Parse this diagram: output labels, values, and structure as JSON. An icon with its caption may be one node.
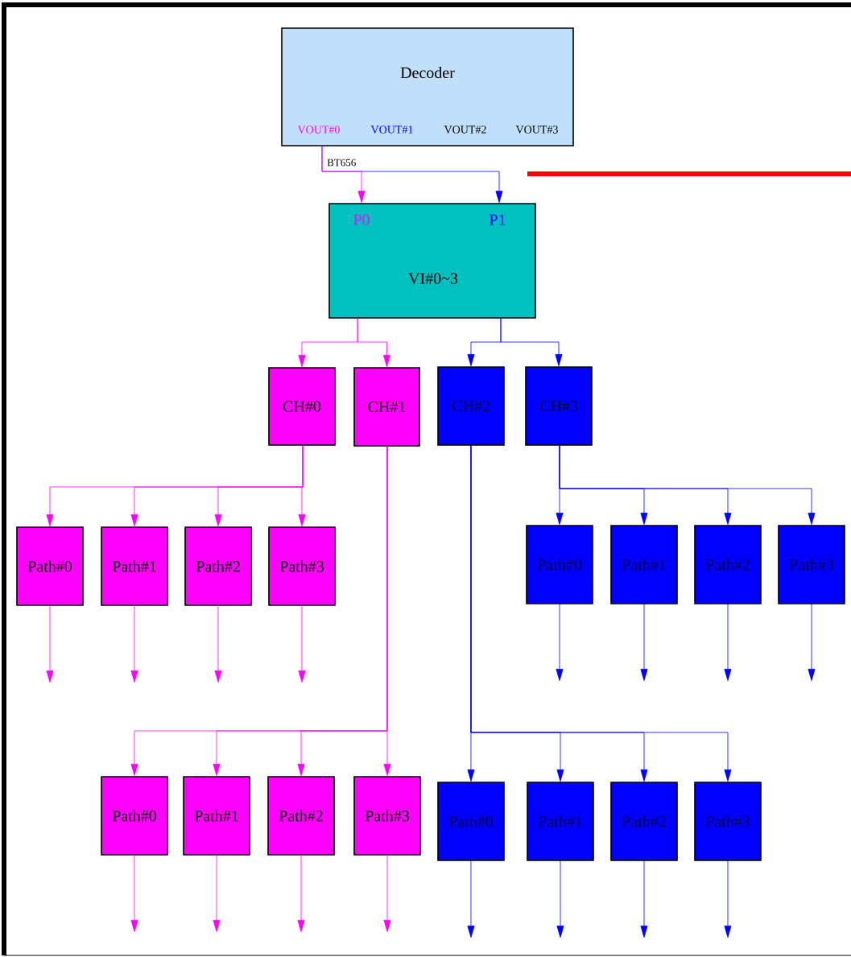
{
  "diagram": {
    "nodes": [
      {
        "text": [
          "Decoder",
          "VOUT#0",
          "VOUT#1",
          "VOUT#2",
          "VOUT#3"
        ]
      },
      {
        "text": [
          "P0",
          "P1",
          "VI#0~3"
        ]
      },
      {
        "text": [
          "CH#0"
        ]
      },
      {
        "text": [
          "CH#1"
        ]
      },
      {
        "text": [
          "CH#2"
        ]
      },
      {
        "text": [
          "CH#3"
        ]
      },
      {
        "text": [
          "Path#0"
        ]
      },
      {
        "text": [
          "Path#1"
        ]
      },
      {
        "text": [
          "Path#2"
        ]
      },
      {
        "text": [
          "Path#3"
        ]
      },
      {
        "text": [
          "Path#0"
        ]
      },
      {
        "text": [
          "Path#1"
        ]
      },
      {
        "text": [
          "Path#2"
        ]
      },
      {
        "text": [
          "Path#3"
        ]
      },
      {
        "text": [
          "Path#0"
        ]
      },
      {
        "text": [
          "Path#1"
        ]
      },
      {
        "text": [
          "Path#2"
        ]
      },
      {
        "text": [
          "Path#3"
        ]
      },
      {
        "text": [
          "Path#0"
        ]
      },
      {
        "text": [
          "Path#1"
        ]
      },
      {
        "text": [
          "Path#2"
        ]
      },
      {
        "text": [
          "Path#3"
        ]
      }
    ],
    "edges": [
      {
        "from": 0,
        "to": 1,
        "arrow": "to",
        "label": "BT656",
        "color": "#ff00ff"
      },
      {
        "from": 0,
        "to": 1,
        "arrow": "to",
        "color": "#0000ff"
      },
      {
        "from": 1,
        "to": 2,
        "arrow": "to",
        "color": "#ff00ff"
      },
      {
        "from": 1,
        "to": 3,
        "arrow": "to",
        "color": "#ff00ff"
      },
      {
        "from": 1,
        "to": 4,
        "arrow": "to",
        "color": "#0000ff"
      },
      {
        "from": 1,
        "to": 5,
        "arrow": "to",
        "color": "#0000ff"
      },
      {
        "from": 2,
        "to": 6,
        "arrow": "to",
        "color": "#ff00ff"
      },
      {
        "from": 2,
        "to": 7,
        "arrow": "to",
        "color": "#ff00ff"
      },
      {
        "from": 2,
        "to": 8,
        "arrow": "to",
        "color": "#ff00ff"
      },
      {
        "from": 2,
        "to": 9,
        "arrow": "to",
        "color": "#ff00ff"
      },
      {
        "from": 5,
        "to": 10,
        "arrow": "to",
        "color": "#0000ff"
      },
      {
        "from": 5,
        "to": 11,
        "arrow": "to",
        "color": "#0000ff"
      },
      {
        "from": 5,
        "to": 12,
        "arrow": "to",
        "color": "#0000ff"
      },
      {
        "from": 5,
        "to": 13,
        "arrow": "to",
        "color": "#0000ff"
      },
      {
        "from": 3,
        "to": 14,
        "arrow": "to",
        "color": "#ff00ff"
      },
      {
        "from": 3,
        "to": 15,
        "arrow": "to",
        "color": "#ff00ff"
      },
      {
        "from": 3,
        "to": 16,
        "arrow": "to",
        "color": "#ff00ff"
      },
      {
        "from": 3,
        "to": 17,
        "arrow": "to",
        "color": "#ff00ff"
      },
      {
        "from": 4,
        "to": 18,
        "arrow": "to",
        "color": "#0000ff"
      },
      {
        "from": 4,
        "to": 19,
        "arrow": "to",
        "color": "#0000ff"
      },
      {
        "from": 4,
        "to": 20,
        "arrow": "to",
        "color": "#0000ff"
      },
      {
        "from": 4,
        "to": 21,
        "arrow": "to",
        "color": "#0000ff"
      },
      {
        "from": 6,
        "to": null,
        "arrow": "to",
        "color": "#ff00ff"
      },
      {
        "from": 7,
        "to": null,
        "arrow": "to",
        "color": "#ff00ff"
      },
      {
        "from": 8,
        "to": null,
        "arrow": "to",
        "color": "#ff00ff"
      },
      {
        "from": 9,
        "to": null,
        "arrow": "to",
        "color": "#ff00ff"
      },
      {
        "from": 10,
        "to": null,
        "arrow": "to",
        "color": "#0000ff"
      },
      {
        "from": 11,
        "to": null,
        "arrow": "to",
        "color": "#0000ff"
      },
      {
        "from": 12,
        "to": null,
        "arrow": "to",
        "color": "#0000ff"
      },
      {
        "from": 13,
        "to": null,
        "arrow": "to",
        "color": "#0000ff"
      },
      {
        "from": 14,
        "to": null,
        "arrow": "to",
        "color": "#ff00ff"
      },
      {
        "from": 15,
        "to": null,
        "arrow": "to",
        "color": "#ff00ff"
      },
      {
        "from": 16,
        "to": null,
        "arrow": "to",
        "color": "#ff00ff"
      },
      {
        "from": 17,
        "to": null,
        "arrow": "to",
        "color": "#ff00ff"
      },
      {
        "from": 18,
        "to": null,
        "arrow": "to",
        "color": "#0000ff"
      },
      {
        "from": 19,
        "to": null,
        "arrow": "to",
        "color": "#0000ff"
      },
      {
        "from": 20,
        "to": null,
        "arrow": "to",
        "color": "#0000ff"
      },
      {
        "from": 21,
        "to": null,
        "arrow": "to",
        "color": "#0000ff"
      }
    ]
  }
}
